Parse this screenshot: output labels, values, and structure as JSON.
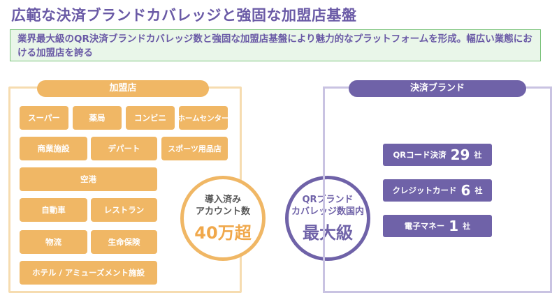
{
  "title": "広範な決済ブランドカバレッジと強固な加盟店基盤",
  "intro": "業界最大級のQR決済ブランドカバレッジ数と強固な加盟店基盤により魅力的なプラットフォームを形成。幅広い業態における加盟店を誇る",
  "merchants": {
    "header": "加盟店",
    "tiles": [
      "スーパー",
      "薬局",
      "コンビニ",
      "ホームセンター",
      "商業施設",
      "デパート",
      "スポーツ用品店",
      "空港",
      "自動車",
      "レストラン",
      "物流",
      "生命保険",
      "ホテル / アミューズメント施設"
    ]
  },
  "merchant_circle": {
    "line1": "導入済み",
    "line2": "アカウント数",
    "value": "40万超"
  },
  "brand_circle": {
    "line1": "QRブランド",
    "line2": "カバレッジ数国内",
    "value": "最大級"
  },
  "brands": {
    "header": "決済ブランド",
    "rows": [
      {
        "label": "QRコード決済",
        "count": "29",
        "unit": "社"
      },
      {
        "label": "クレジットカード",
        "count": "6",
        "unit": "社"
      },
      {
        "label": "電子マネー",
        "count": "1",
        "unit": "社"
      }
    ]
  },
  "colors": {
    "purple": "#6f62a8",
    "orange": "#f0b765",
    "green_border": "#7cc47c"
  }
}
